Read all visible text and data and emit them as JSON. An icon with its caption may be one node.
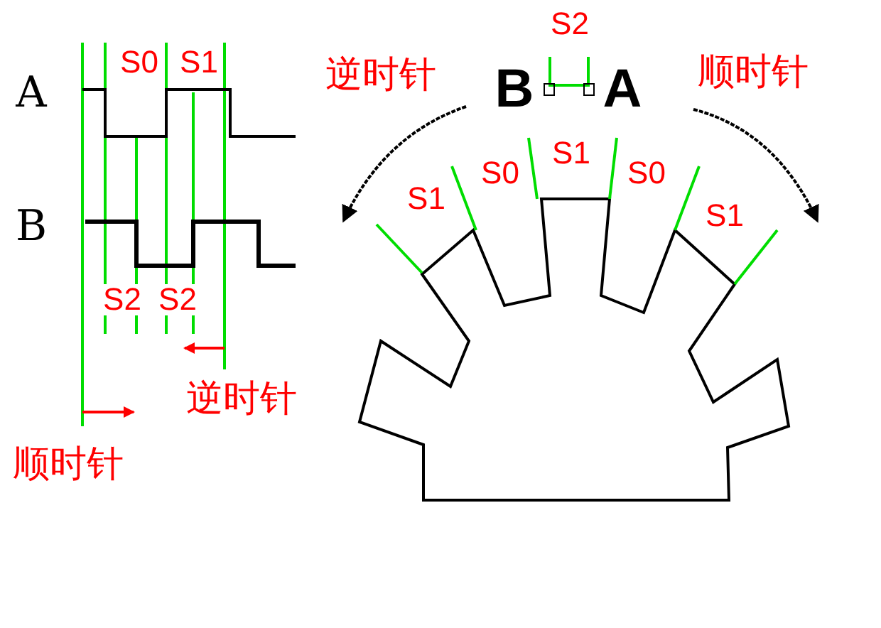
{
  "diagram": {
    "labels": [
      "A",
      "S0",
      "S1",
      "B",
      "S2",
      "S2",
      "逆时针",
      "顺时针",
      "S2",
      "逆时针",
      "B",
      "A",
      "顺时针",
      "S1",
      "S0",
      "S1",
      "S0",
      "S1"
    ]
  }
}
